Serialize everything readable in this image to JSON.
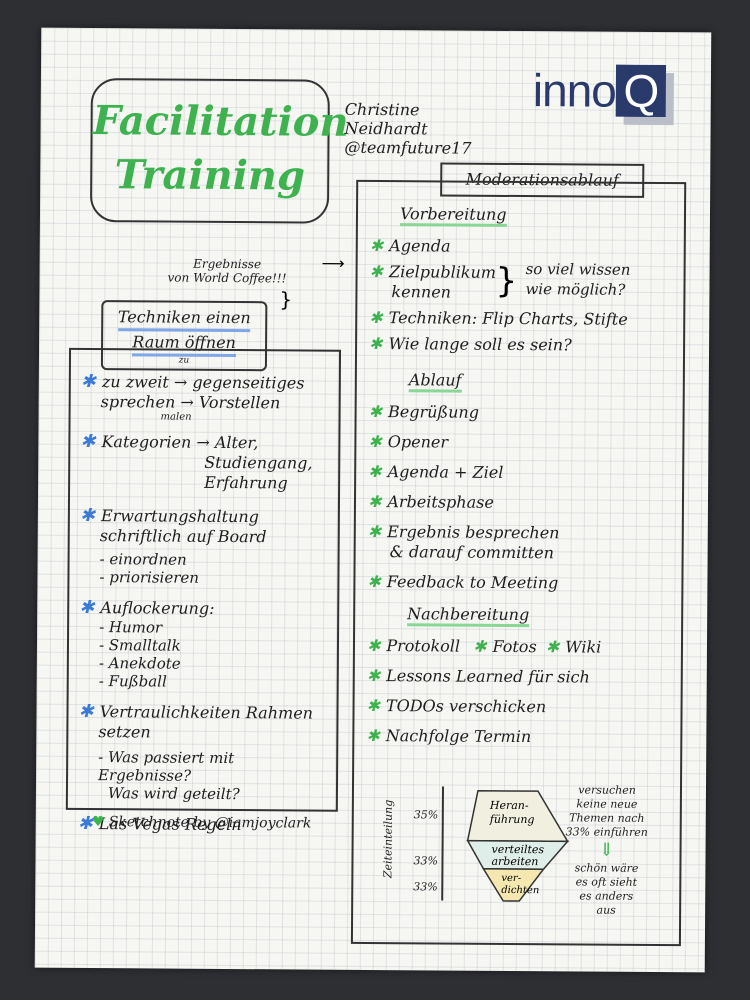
{
  "logo": {
    "text": "inno",
    "q": "Q"
  },
  "title": {
    "line1": "Facilitation",
    "line2": "Training"
  },
  "author": {
    "line1": "Christine",
    "line2": "Neidhardt",
    "line3": "@teamfuture17"
  },
  "note_top": {
    "line1": "Ergebnisse",
    "line2": "von World Coffee!!!"
  },
  "left_header": {
    "line1": "Techniken einen",
    "line2": "Raum öffnen",
    "zu": "zu"
  },
  "left_items": [
    {
      "l1": "zu zweit → gegenseitiges",
      "l2": "sprechen → Vorstellen",
      "l3": "malen"
    },
    {
      "l1": "Kategorien → Alter,",
      "l2": "Studiengang,",
      "l3": "Erfahrung"
    },
    {
      "l1": "Erwartungshaltung",
      "l2": "schriftlich auf Board",
      "s1": "- einordnen",
      "s2": "- priorisieren"
    },
    {
      "l1": "Auflockerung:",
      "s1": "- Humor",
      "s2": "- Smalltalk",
      "s3": "- Anekdote",
      "s4": "- Fußball"
    },
    {
      "l1": "Vertraulichkeiten Rahmen",
      "l2": "setzen",
      "s1": "- Was passiert mit Ergebnisse?",
      "s2": "Was wird geteilt?"
    },
    {
      "l1": "Las Vegas Regeln"
    }
  ],
  "sketch_credit": "Sketchnote by @iamjoyclark",
  "right_header": "Moderationsablauf",
  "sections": {
    "vorbereitung": "Vorbereitung",
    "ablauf": "Ablauf",
    "nachbereitung": "Nachbereitung"
  },
  "vorbereitung_items": [
    "Agenda",
    "Zielpublikum",
    "kennen",
    "Techniken: Flip Charts, Stifte",
    "Wie lange soll es sein?"
  ],
  "brace_note": {
    "l1": "so viel wissen",
    "l2": "wie möglich?"
  },
  "ablauf_items": [
    "Begrüßung",
    "Opener",
    "Agenda + Ziel",
    "Arbeitsphase",
    "Ergebnis besprechen",
    "& darauf committen",
    "Feedback to Meeting"
  ],
  "nach_items": [
    "Protokoll",
    "Fotos",
    "Wiki",
    "Lessons Learned für sich",
    "TODOs verschicken",
    "Nachfolge Termin"
  ],
  "diagram": {
    "axis": "Zeiteinteilung",
    "p1": "35%",
    "p2": "33%",
    "p3": "33%",
    "top": "Heran-",
    "top2": "führung",
    "mid": "verteiltes",
    "mid2": "arbeiten",
    "bot": "ver-",
    "bot2": "dichten"
  },
  "side_note": {
    "l1": "versuchen",
    "l2": "keine neue",
    "l3": "Themen nach",
    "l4": "33% einführen",
    "l5": "schön wäre",
    "l6": "es oft sieht",
    "l7": "es anders",
    "l8": "aus"
  },
  "colors": {
    "green": "#3eb24e",
    "blue": "#3b7bd6",
    "navy": "#2a3a6b"
  }
}
